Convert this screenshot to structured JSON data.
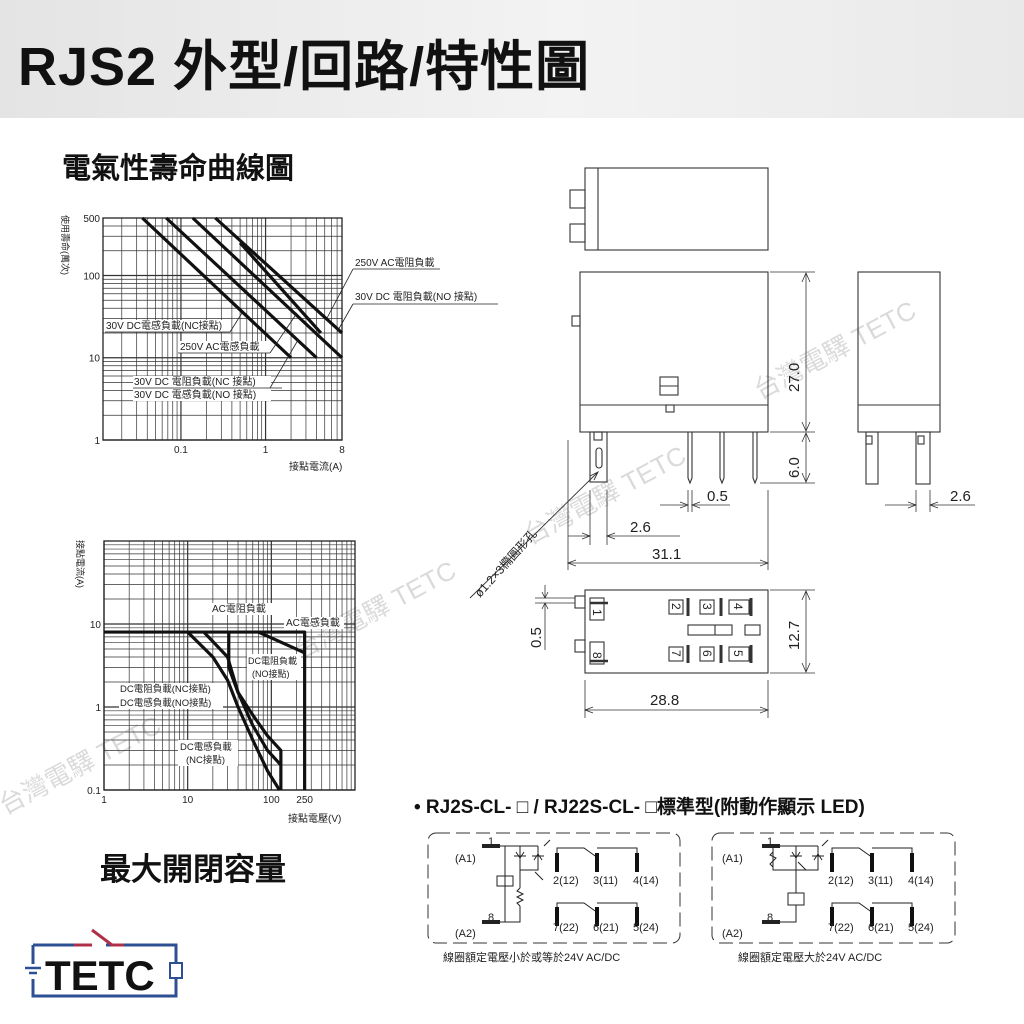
{
  "header": {
    "title": "RJS2 外型/回路/特性圖"
  },
  "sections": {
    "life_title": "電氣性壽命曲線圖",
    "capacity_title": "最大開閉容量"
  },
  "chart_data": [
    {
      "type": "line",
      "title": "電氣性壽命曲線圖",
      "xlabel": "接點電流(A)",
      "ylabel": "使用壽命(萬次)",
      "xscale": "log",
      "yscale": "log",
      "xlim": [
        0.012,
        8
      ],
      "ylim": [
        1,
        500
      ],
      "grid": true,
      "xticks": [
        {
          "v": 0.1,
          "label": "0.1"
        },
        {
          "v": 1,
          "label": "1"
        },
        {
          "v": 8,
          "label": "8"
        }
      ],
      "yticks": [
        {
          "v": 1,
          "label": "1"
        },
        {
          "v": 10,
          "label": "10"
        },
        {
          "v": 100,
          "label": "100"
        },
        {
          "v": 500,
          "label": "500"
        }
      ],
      "series": [
        {
          "name": "30V DC電感負載(NC接點)",
          "points": [
            [
              0.035,
              500
            ],
            [
              2,
              10
            ]
          ]
        },
        {
          "name": "250V AC電感負載",
          "points": [
            [
              0.067,
              500
            ],
            [
              4,
              10
            ]
          ]
        },
        {
          "name": "30V DC電阻負載(NC接點) / 30V DC電感負載(NO接點)",
          "points": [
            [
              0.138,
              500
            ],
            [
              8,
              10
            ]
          ]
        },
        {
          "name": "30V DC電阻負載(NO接點)",
          "points": [
            [
              0.255,
              500
            ],
            [
              8,
              20
            ]
          ]
        },
        {
          "name": "250V AC電阻負載",
          "points": [
            [
              0.5,
              250
            ],
            [
              4.5,
              20
            ]
          ]
        }
      ],
      "annotations": [
        "250V AC電阻負載",
        "30V DC 電阻負載(NO 接點)",
        "30V DC電感負載(NC接點)",
        "250V AC電感負載",
        "30V DC 電阻負載(NC 接點)",
        "30V DC 電感負載(NO 接點)"
      ]
    },
    {
      "type": "line",
      "title": "最大開閉容量",
      "xlabel": "接點電壓(V)",
      "ylabel": "接點電流(A)",
      "xscale": "log",
      "yscale": "log",
      "xlim": [
        1,
        1000
      ],
      "ylim": [
        0.1,
        100
      ],
      "grid": true,
      "xticks": [
        {
          "v": 1,
          "label": "1"
        },
        {
          "v": 10,
          "label": "10"
        },
        {
          "v": 100,
          "label": "100"
        },
        {
          "v": 250,
          "label": "250"
        }
      ],
      "yticks": [
        {
          "v": 0.1,
          "label": "0.1"
        },
        {
          "v": 1,
          "label": "1"
        },
        {
          "v": 10,
          "label": "10"
        }
      ],
      "series": [
        {
          "name": "AC電阻負載",
          "points": [
            [
              1,
              8
            ],
            [
              250,
              8
            ],
            [
              250,
              0.1
            ]
          ]
        },
        {
          "name": "AC電感負載",
          "points": [
            [
              70,
              8
            ],
            [
              250,
              4.5
            ]
          ]
        },
        {
          "name": "DC電阻負載(NC接點) / DC電感負載(NO接點)",
          "points": [
            [
              10,
              8
            ],
            [
              20,
              4
            ],
            [
              30,
              2.1
            ],
            [
              40,
              1
            ],
            [
              60,
              0.4
            ],
            [
              90,
              0.17
            ],
            [
              125,
              0.1
            ]
          ]
        },
        {
          "name": "DC電阻負載(NO接點)",
          "points": [
            [
              31,
              8
            ],
            [
              31,
              3
            ],
            [
              40,
              1.5
            ],
            [
              60,
              0.8
            ],
            [
              90,
              0.45
            ],
            [
              130,
              0.3
            ],
            [
              130,
              0.1
            ]
          ]
        },
        {
          "name": "DC電感負載(NC接點)",
          "points": [
            [
              15.6,
              8
            ],
            [
              30,
              4
            ],
            [
              40,
              1.5
            ],
            [
              60,
              0.6
            ],
            [
              90,
              0.3
            ],
            [
              130,
              0.2
            ]
          ]
        }
      ],
      "annotations": [
        "AC電阻負載",
        "AC電感負載",
        "DC電阻負載",
        "(NO接點)",
        "DC電阻負載(NC接點)",
        "DC電感負載(NO接點)",
        "DC電感負載",
        "(NC接點)"
      ]
    }
  ],
  "dimensions": {
    "height": "27.0",
    "pin_length": "6.0",
    "pin_width": "0.5",
    "pin_pitch": "2.6",
    "length": "31.1",
    "side_pin": "2.6",
    "width": "12.7",
    "bottom_offset": "0.5",
    "bottom_length": "28.8",
    "hole_note": "ø1.2×3橢圓形孔",
    "pins": [
      "1",
      "8",
      "2",
      "3",
      "4",
      "7",
      "6",
      "5"
    ]
  },
  "circuit": {
    "heading": "• RJ2S-CL- □ / RJ22S-CL- □標準型(附動作顯示 LED)",
    "a1_num": "1",
    "a1_label": "(A1)",
    "a2_num": "8",
    "a2_label": "(A2)",
    "top_terminals": [
      "2(12)",
      "3(11)",
      "4(14)"
    ],
    "bottom_terminals": [
      "7(22)",
      "6(21)",
      "5(24)"
    ],
    "caption_left": "線圈額定電壓小於或等於24V AC/DC",
    "caption_right": "線圈額定電壓大於24V AC/DC"
  },
  "logo": {
    "text": "TETC",
    "blue": "#2d4f94",
    "red": "#b0304a"
  },
  "watermark": "台灣電驛 TETC"
}
